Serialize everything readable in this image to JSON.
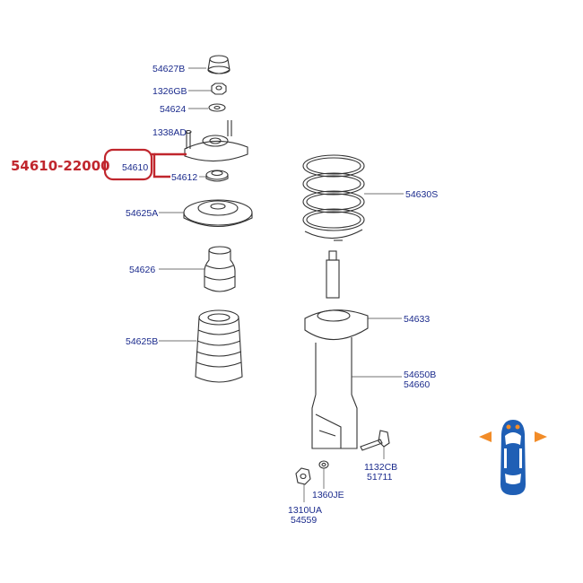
{
  "highlight": {
    "part_number": "54610-22000",
    "color": "#c0262d"
  },
  "labels": {
    "p54627B": "54627B",
    "p1326GB": "1326GB",
    "p54624": "54624",
    "p1338AD": "1338AD",
    "p54610": "54610",
    "p54612": "54612",
    "p54625A": "54625A",
    "p54626": "54626",
    "p54625B": "54625B",
    "p54630S": "54630S",
    "p54633": "54633",
    "p54650B": "54650B",
    "p54660": "54660",
    "p1132CB": "1132CB",
    "p51711": "51711",
    "p1360JE": "1360JE",
    "p1310UA": "1310UA",
    "p54559": "54559"
  },
  "colors": {
    "label": "#1a2a8c",
    "car_icon": "#1f5fb5",
    "arrows": "#f28c28"
  },
  "icons": {
    "position_indicator": "car-top-view-icon"
  }
}
